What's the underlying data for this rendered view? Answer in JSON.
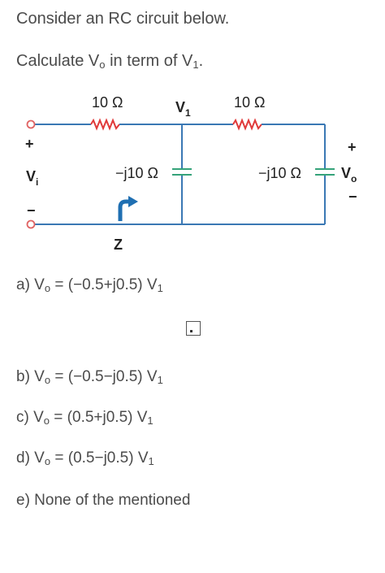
{
  "question": {
    "line1": "Consider an RC circuit below.",
    "line2_prefix": "Calculate V",
    "line2_sub_o": "o",
    "line2_mid": " in term of V",
    "line2_sub_1": "1",
    "line2_suffix": "."
  },
  "circuit": {
    "r1_label": "10 Ω",
    "r2_label": "10 Ω",
    "c1_label": "−j10 Ω",
    "c2_label": "−j10 Ω",
    "v1_main": "V",
    "v1_sub": "1",
    "vi_main": "V",
    "vi_sub": "i",
    "vo_main": "V",
    "vo_sub": "o",
    "plus": "+",
    "minus": "−",
    "z_label": "Z",
    "wire_color": "#3a78b4"
  },
  "answers": {
    "a": {
      "prefix": "a) V",
      "sub": "o",
      "mid": " = (−0.5+j0.5) V",
      "sub2": "1"
    },
    "b": {
      "prefix": "b) V",
      "sub": "o",
      "mid": " = (−0.5−j0.5) V",
      "sub2": "1"
    },
    "c": {
      "prefix": "c) V",
      "sub": "o",
      "mid": " = (0.5+j0.5) V",
      "sub2": "1"
    },
    "d": {
      "prefix": "d) V",
      "sub": "o",
      "mid": " = (0.5−j0.5) V",
      "sub2": "1"
    },
    "e": {
      "text": "e) None of the mentioned"
    }
  },
  "icons": {
    "expand": "expand-icon"
  }
}
